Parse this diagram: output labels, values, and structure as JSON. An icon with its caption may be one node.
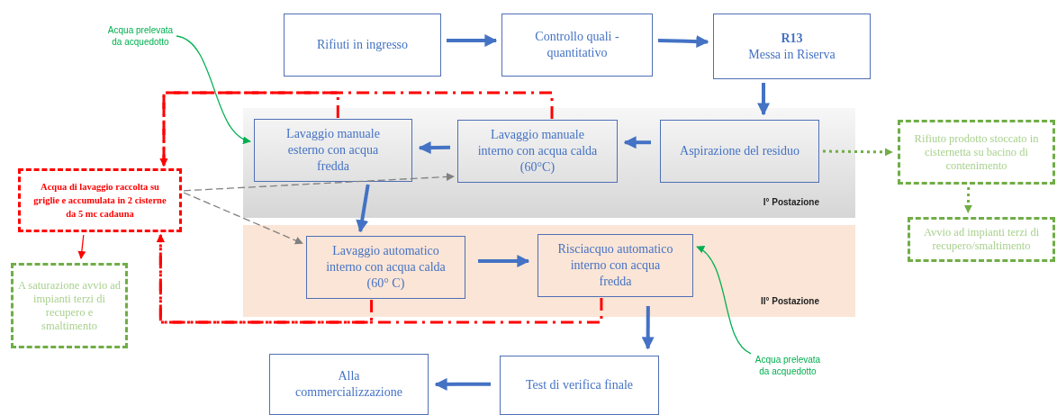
{
  "diagram": {
    "nodes": [
      {
        "text": [
          "I° Postazione"
        ]
      },
      {
        "text": [
          "II° Postazione"
        ]
      },
      {
        "text": [
          "Rifiuti in ingresso"
        ]
      },
      {
        "text": [
          "Controllo quali - quantitativo"
        ]
      },
      {
        "text": [
          "R13",
          "Messa in Riserva"
        ]
      },
      {
        "text": [
          "Aspirazione del residuo"
        ],
        "in": 0
      },
      {
        "text": [
          "Lavaggio manuale interno con acqua calda (60°C)"
        ],
        "in": 0
      },
      {
        "text": [
          "Lavaggio manuale esterno con acqua fredda"
        ],
        "in": 0
      },
      {
        "text": [
          "Lavaggio automatico interno con acqua calda (60° C)"
        ],
        "in": 1
      },
      {
        "text": [
          "Risciacquo automatico interno con acqua fredda"
        ],
        "in": 1
      },
      {
        "text": [
          "Test di verifica finale"
        ]
      },
      {
        "text": [
          "Alla commercializzazione"
        ]
      },
      {
        "text": [
          "Acqua di lavaggio raccolta su griglie e accumulata in 2 cisterne da 5 mc cadauna"
        ]
      },
      {
        "text": [
          "A saturazione avvio ad impianti terzi di recupero e smaltimento"
        ]
      },
      {
        "text": [
          "Rifiuto prodotto stoccato in cisternetta su bacino di contenimento"
        ]
      },
      {
        "text": [
          "Avvio ad impianti terzi di recupero/smaltimento"
        ]
      },
      {
        "text": [
          "Acqua prelevata da acquedotto"
        ]
      },
      {
        "text": [
          "Acqua prelevata da acquedotto"
        ]
      }
    ],
    "edges": [
      {
        "from": 2,
        "to": 3,
        "arrow": "to"
      },
      {
        "from": 3,
        "to": 4,
        "arrow": "to"
      },
      {
        "from": 4,
        "to": 5,
        "arrow": "to"
      },
      {
        "from": 5,
        "to": 6,
        "arrow": "to"
      },
      {
        "from": 6,
        "to": 7,
        "arrow": "to"
      },
      {
        "from": 7,
        "to": 8,
        "arrow": "to"
      },
      {
        "from": 8,
        "to": 9,
        "arrow": "to"
      },
      {
        "from": 9,
        "to": 10,
        "arrow": "to"
      },
      {
        "from": 10,
        "to": 11,
        "arrow": "to"
      },
      {
        "from": 5,
        "to": 14,
        "arrow": "to",
        "style": "dashed",
        "color": "#70ad47"
      },
      {
        "from": 14,
        "to": 15,
        "arrow": "to",
        "style": "dashed",
        "color": "#70ad47"
      },
      {
        "from": 16,
        "to": 7,
        "arrow": "to",
        "color": "#00b050"
      },
      {
        "from": 17,
        "to": 9,
        "arrow": "to",
        "color": "#00b050"
      },
      {
        "from": 12,
        "to": 13,
        "arrow": "to",
        "color": "#ff0000"
      },
      {
        "from": 7,
        "to": 12,
        "arrow": "to",
        "style": "dashed",
        "color": "#ff0000"
      },
      {
        "from": 6,
        "to": 12,
        "arrow": "to",
        "style": "dashed",
        "color": "#ff0000"
      },
      {
        "from": 8,
        "to": 12,
        "arrow": "to",
        "style": "dashed",
        "color": "#ff0000"
      },
      {
        "from": 9,
        "to": 12,
        "arrow": "to",
        "style": "dashed",
        "color": "#ff0000"
      },
      {
        "from": 12,
        "to": 6,
        "arrow": "to",
        "style": "dashed",
        "color": "#808080"
      },
      {
        "from": 12,
        "to": 8,
        "arrow": "to",
        "style": "dashed",
        "color": "#808080"
      }
    ]
  }
}
